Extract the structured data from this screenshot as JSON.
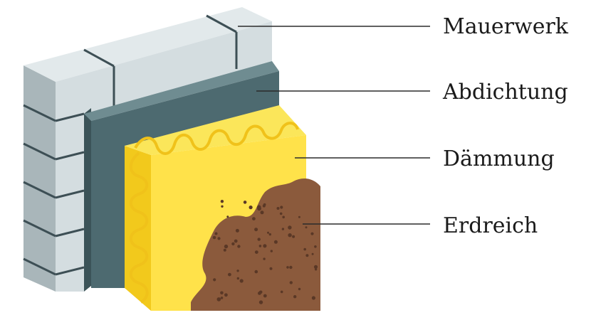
{
  "layers": [
    {
      "id": "masonry",
      "label": "Mauerwerk"
    },
    {
      "id": "waterproofing",
      "label": "Abdichtung"
    },
    {
      "id": "insulation",
      "label": "Dämmung"
    },
    {
      "id": "soil",
      "label": "Erdreich"
    }
  ],
  "colors": {
    "brick_front": "#d4dde0",
    "brick_side": "#a9b6ba",
    "brick_top": "#e2e9eb",
    "brick_joint": "#3d4f55",
    "membrane_front": "#4d6a70",
    "membrane_side": "#3b5358",
    "membrane_top": "#6f8c91",
    "insulation_front": "#ffe24a",
    "insulation_side": "#f2c91c",
    "insulation_top": "#fbe65a",
    "insulation_wave": "#f0c21a",
    "soil": "#8b5a3c",
    "soil_dots": "#5a3826",
    "leader": "#2b2b2b"
  }
}
